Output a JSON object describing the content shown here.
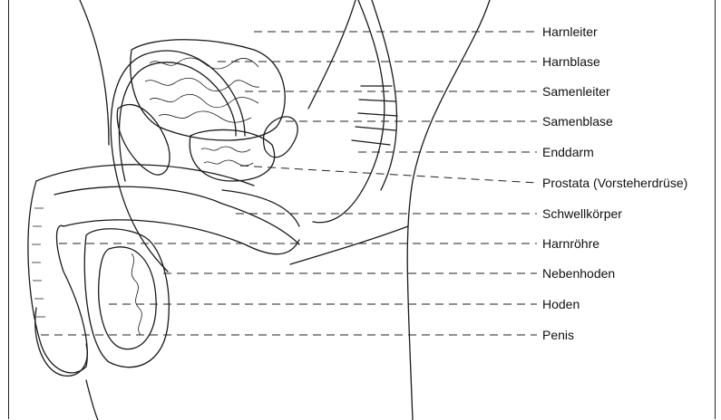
{
  "labels": [
    "Harnleiter",
    "Harnblase",
    "Samenleiter",
    "Samenblase",
    "Enddarm",
    "Prostata (Vorsteherdrüse)",
    "Schwellkörper",
    "Harnröhre",
    "Nebenhoden",
    "Hoden",
    "Penis"
  ],
  "colors": {
    "line": "#1a1a1a",
    "background": "#ffffff"
  }
}
